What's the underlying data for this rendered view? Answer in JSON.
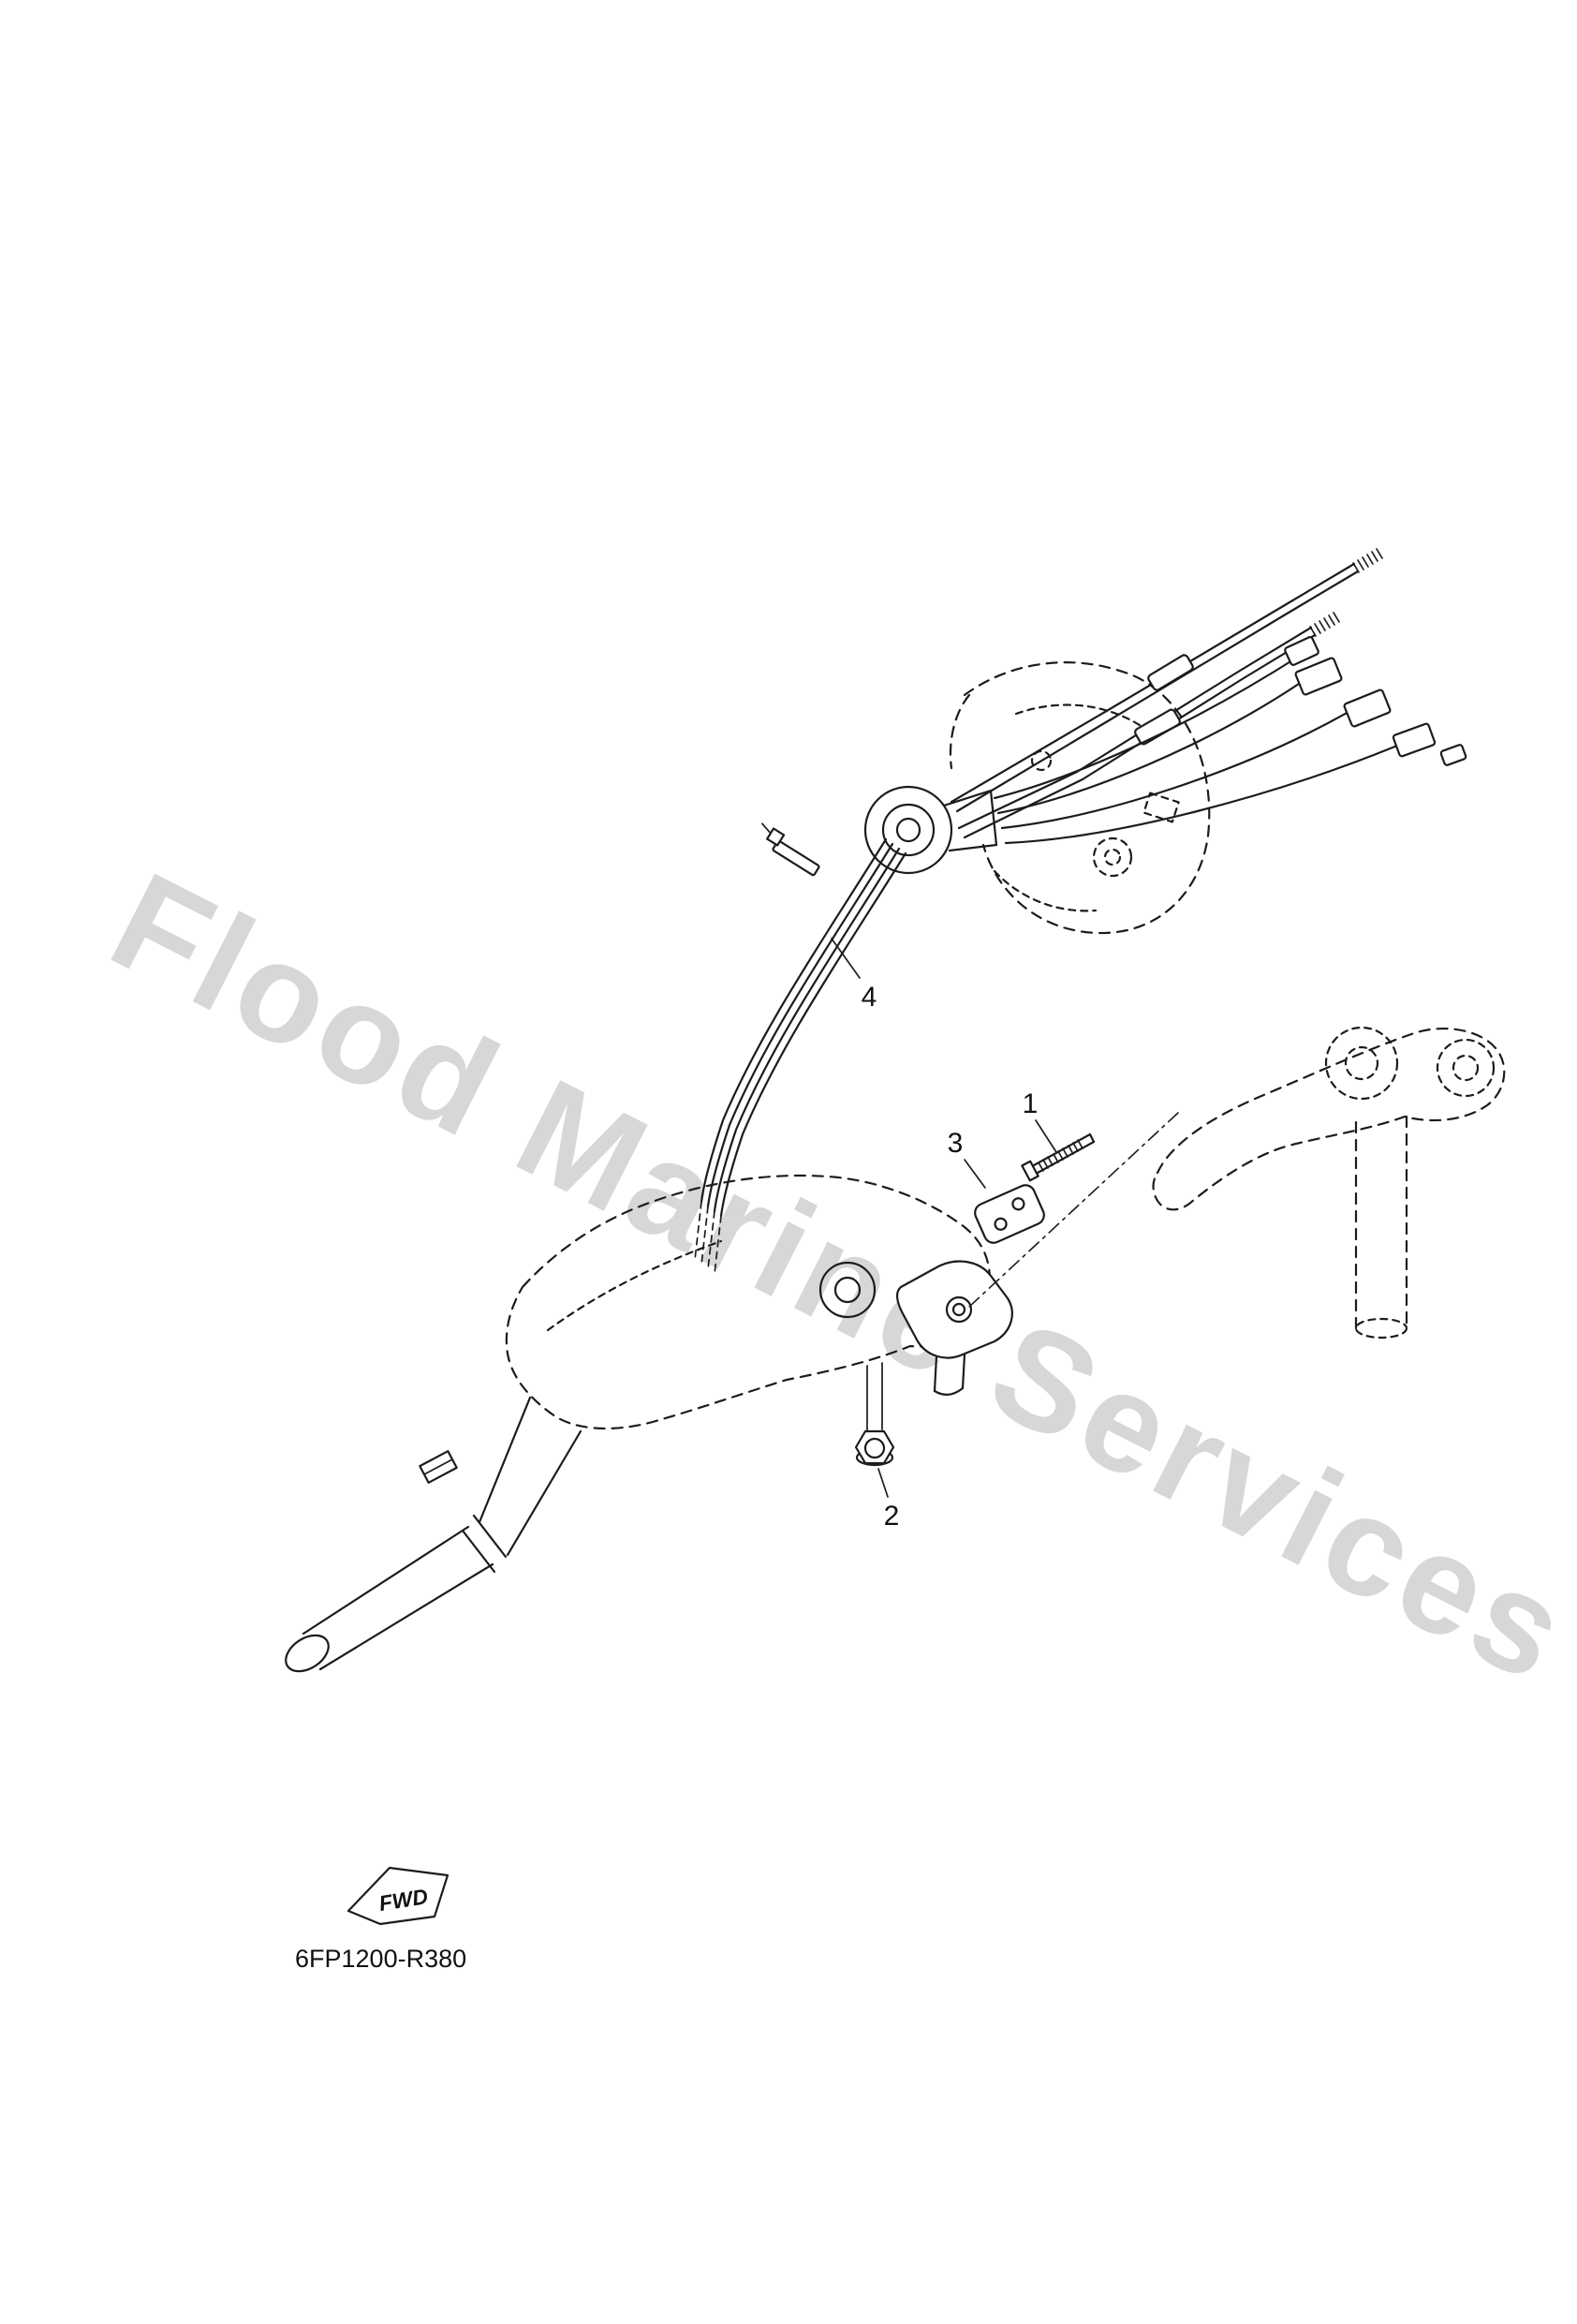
{
  "watermark": {
    "text": "Flood Marine Services",
    "color": "#b7b7b7"
  },
  "diagram": {
    "part_code": "6FP1200-R380",
    "fwd_label": "FWD",
    "line_color": "#1c1c1c",
    "callouts": [
      {
        "label": "1"
      },
      {
        "label": "2"
      },
      {
        "label": "3"
      },
      {
        "label": "4"
      }
    ]
  }
}
